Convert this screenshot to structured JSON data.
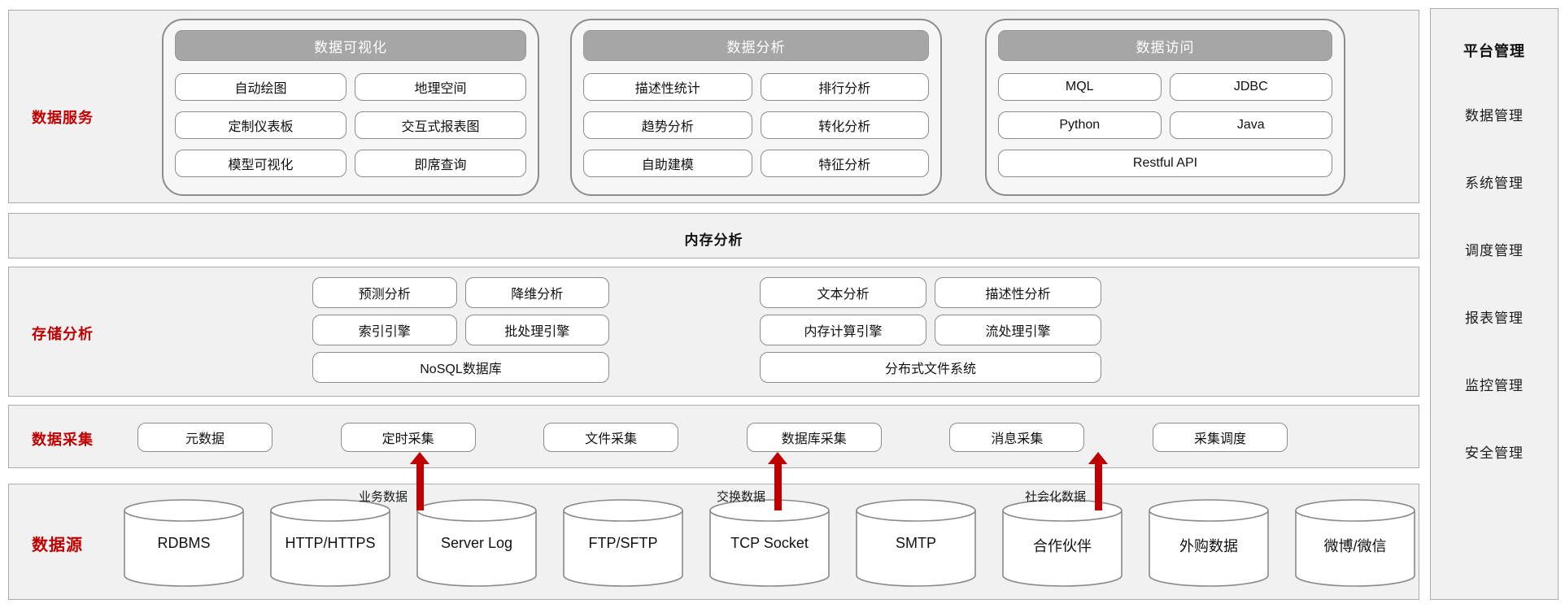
{
  "colors": {
    "accent_red": "#c00000",
    "header_gray": "#a6a6a6",
    "band_bg": "#f1f1f1"
  },
  "services": {
    "label": "数据服务",
    "groups": [
      {
        "title": "数据可视化",
        "items": [
          "自动绘图",
          "地理空间",
          "定制仪表板",
          "交互式报表图",
          "模型可视化",
          "即席查询"
        ]
      },
      {
        "title": "数据分析",
        "items": [
          "描述性统计",
          "排行分析",
          "趋势分析",
          "转化分析",
          "自助建模",
          "特征分析"
        ]
      },
      {
        "title": "数据访问",
        "items": [
          "MQL",
          "JDBC",
          "Python",
          "Java"
        ],
        "wide_item": "Restful API"
      }
    ]
  },
  "memory_band": {
    "label": "内存分析"
  },
  "storage": {
    "label": "存储分析",
    "left": {
      "items": [
        "预测分析",
        "降维分析",
        "索引引擎",
        "批处理引擎"
      ],
      "wide_item": "NoSQL数据库"
    },
    "right": {
      "items": [
        "文本分析",
        "描述性分析",
        "内存计算引擎",
        "流处理引擎"
      ],
      "wide_item": "分布式文件系统"
    }
  },
  "collection": {
    "label": "数据采集",
    "items": [
      "元数据",
      "定时采集",
      "文件采集",
      "数据库采集",
      "消息采集",
      "采集调度"
    ]
  },
  "sources": {
    "label": "数据源",
    "items": [
      "RDBMS",
      "HTTP/HTTPS",
      "Server Log",
      "FTP/SFTP",
      "TCP Socket",
      "SMTP",
      "合作伙伴",
      "外购数据",
      "微博/微信"
    ]
  },
  "flows": [
    {
      "label": "业务数据"
    },
    {
      "label": "交换数据"
    },
    {
      "label": "社会化数据"
    }
  ],
  "sidebar": {
    "title": "平台管理",
    "items": [
      "数据管理",
      "系统管理",
      "调度管理",
      "报表管理",
      "监控管理",
      "安全管理"
    ]
  }
}
